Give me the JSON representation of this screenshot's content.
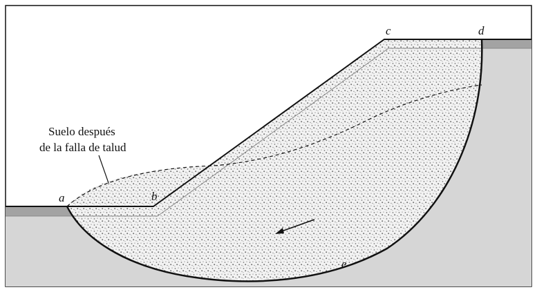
{
  "diagram": {
    "points": {
      "a": "a",
      "b": "b",
      "c": "c",
      "d": "d",
      "e": "e"
    },
    "annotation": {
      "line1": "Suelo después",
      "line2": "de la falla de talud"
    },
    "colors": {
      "frame": "#111111",
      "ground": "#d8d8d8",
      "stipple_fill": "#f2f2f2",
      "surface_shadow": "#9a9a9a",
      "failure_arc": "#111111"
    }
  }
}
